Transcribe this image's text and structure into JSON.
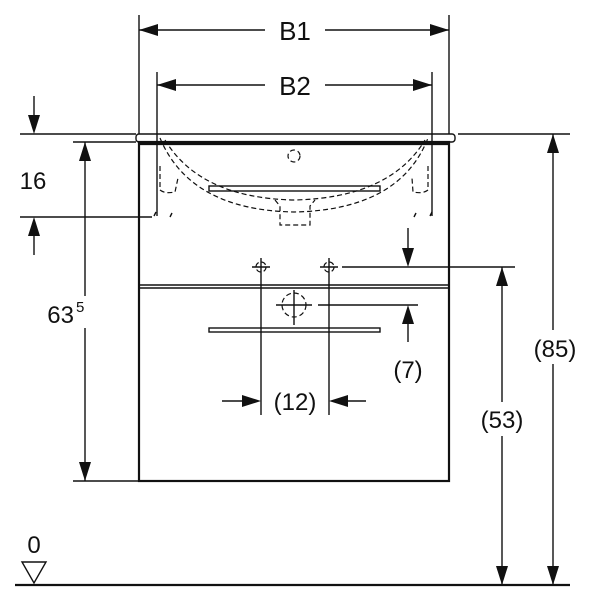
{
  "dimensions": {
    "b1": "B1",
    "b2": "B2",
    "height_16": "16",
    "height_63": "63",
    "height_63_sup": "5",
    "height_85": "(85)",
    "height_53": "(53)",
    "offset_7": "(7)",
    "spacing_12": "(12)",
    "floor_zero": "0"
  }
}
